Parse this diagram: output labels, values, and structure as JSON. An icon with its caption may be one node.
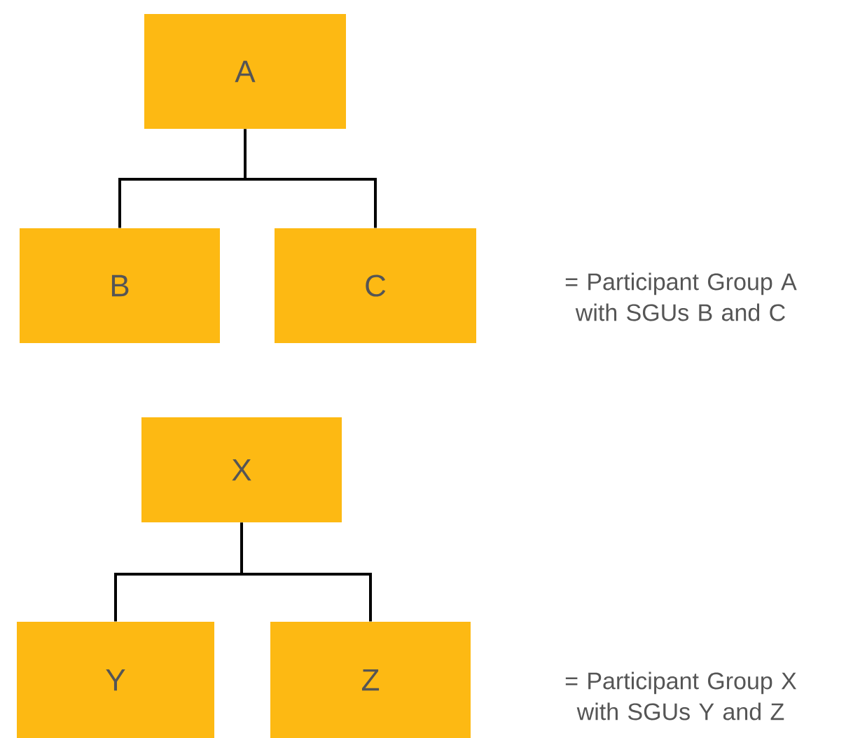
{
  "diagram": {
    "nodes": [
      {
        "text": [
          "A"
        ]
      },
      {
        "text": [
          "B"
        ]
      },
      {
        "text": [
          "C"
        ]
      },
      {
        "text": [
          "X"
        ]
      },
      {
        "text": [
          "Y"
        ]
      },
      {
        "text": [
          "Z"
        ]
      }
    ],
    "edges": [
      {
        "from": 0,
        "to": 1,
        "arrow": "none"
      },
      {
        "from": 0,
        "to": 2,
        "arrow": "none"
      },
      {
        "from": 3,
        "to": 4,
        "arrow": "none"
      },
      {
        "from": 3,
        "to": 5,
        "arrow": "none"
      }
    ],
    "labels": [
      "= Participant Group A with SGUs B and C",
      "= Participant Group X with SGUs Y and Z"
    ]
  }
}
